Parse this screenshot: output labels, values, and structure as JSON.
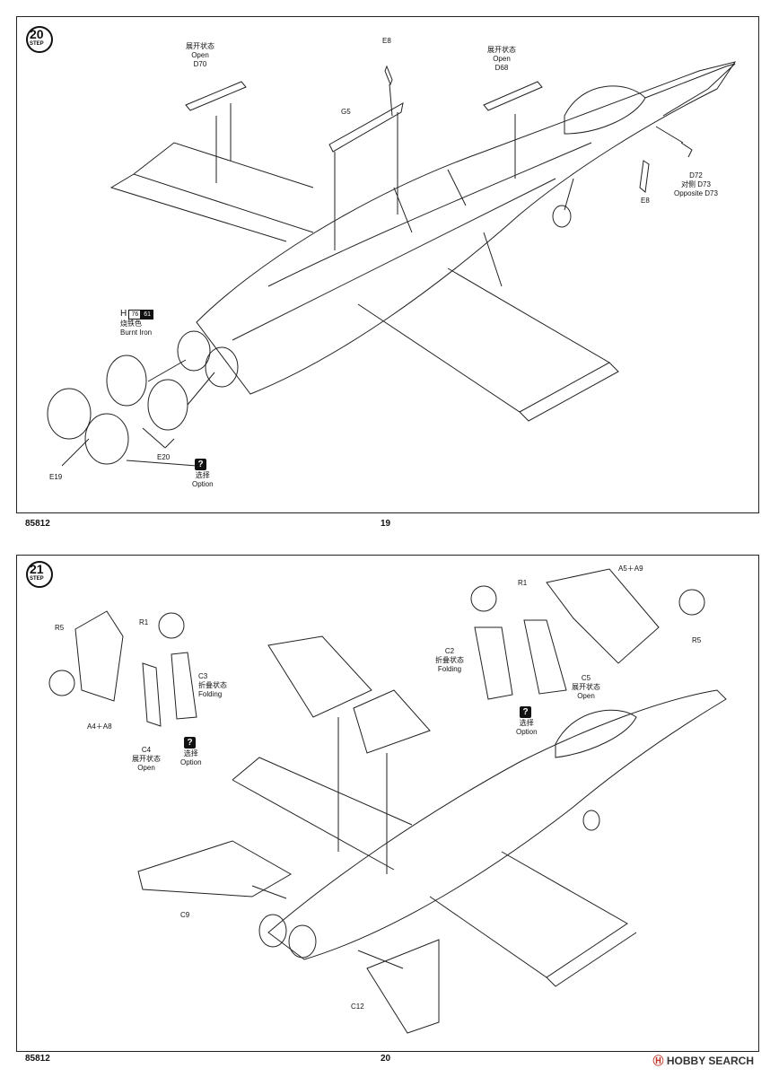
{
  "page19": {
    "step_number": "20",
    "step_word": "STEP",
    "footer_code": "85812",
    "page_number": "19",
    "parts": {
      "d70": {
        "cn": "展开状态",
        "en": "Open",
        "code": "D70"
      },
      "e8_top": "E8",
      "g5": "G5",
      "d68": {
        "cn": "展开状态",
        "en": "Open",
        "code": "D68"
      },
      "d72": {
        "code": "D72",
        "cn": "对侧 D73",
        "en": "Opposite D73"
      },
      "e8_bottom": "E8",
      "paint": {
        "letter": "H",
        "ref1": "76",
        "ref2": "61",
        "cn": "烧铁色",
        "en": "Burnt Iron"
      },
      "e19": "E19",
      "e20": "E20",
      "option": {
        "cn": "选择",
        "en": "Option"
      }
    }
  },
  "page20": {
    "step_number": "21",
    "step_word": "STEP",
    "footer_code": "85812",
    "page_number": "20",
    "parts": {
      "r5_left": "R5",
      "r1_left": "R1",
      "a4a8": "A4＋A8",
      "c3": {
        "code": "C3",
        "cn": "折叠状态",
        "en": "Folding"
      },
      "c4": {
        "code": "C4",
        "cn": "展开状态",
        "en": "Open"
      },
      "option_left": {
        "cn": "选择",
        "en": "Option"
      },
      "r1_right": "R1",
      "a5a9": "A5＋A9",
      "r5_right": "R5",
      "c2": {
        "code": "C2",
        "cn": "折叠状态",
        "en": "Folding"
      },
      "c5": {
        "code": "C5",
        "cn": "展开状态",
        "en": "Open"
      },
      "option_right": {
        "cn": "选择",
        "en": "Option"
      },
      "c9": "C9",
      "c12": "C12"
    }
  },
  "watermark": {
    "logo": "Ⓗ",
    "text": "HOBBY SEARCH"
  }
}
